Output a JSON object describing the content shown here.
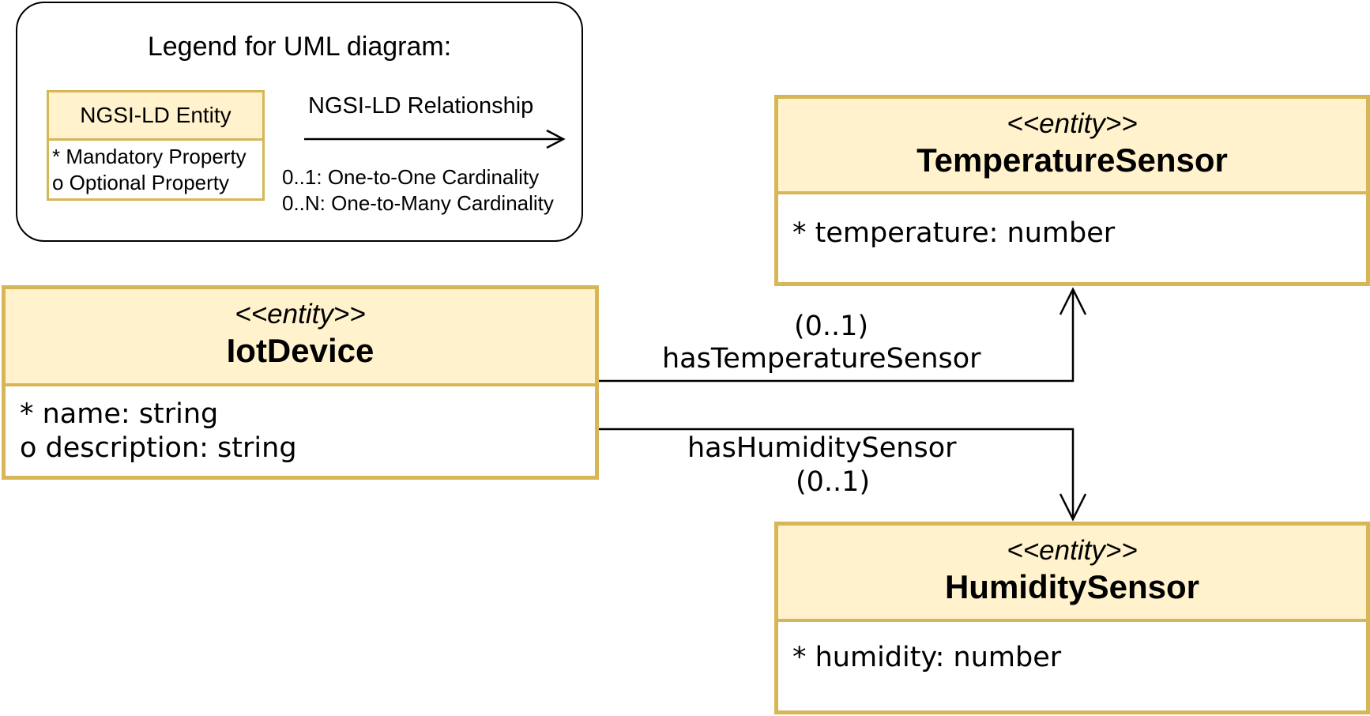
{
  "legend": {
    "title": "Legend for UML diagram:",
    "entity_label": "NGSI-LD Entity",
    "mandatory": "* Mandatory Property",
    "optional": "o Optional Property",
    "relationship_label": "NGSI-LD Relationship",
    "card_one": "0..1: One-to-One Cardinality",
    "card_many": "0..N: One-to-Many Cardinality"
  },
  "entities": {
    "temperature_sensor": {
      "stereotype": "<<entity>>",
      "name": "TemperatureSensor",
      "properties": [
        "* temperature: number"
      ]
    },
    "iot_device": {
      "stereotype": "<<entity>>",
      "name": "IotDevice",
      "properties": [
        "* name: string",
        "o description: string"
      ]
    },
    "humidity_sensor": {
      "stereotype": "<<entity>>",
      "name": "HumiditySensor",
      "properties": [
        "* humidity: number"
      ]
    }
  },
  "relationships": [
    {
      "name": "hasTemperatureSensor",
      "cardinality": "(0..1)"
    },
    {
      "name": "hasHumiditySensor",
      "cardinality": "(0..1)"
    }
  ],
  "colors": {
    "entity_fill": "#fff2cc",
    "entity_border": "#d6b656",
    "line": "#000000"
  }
}
